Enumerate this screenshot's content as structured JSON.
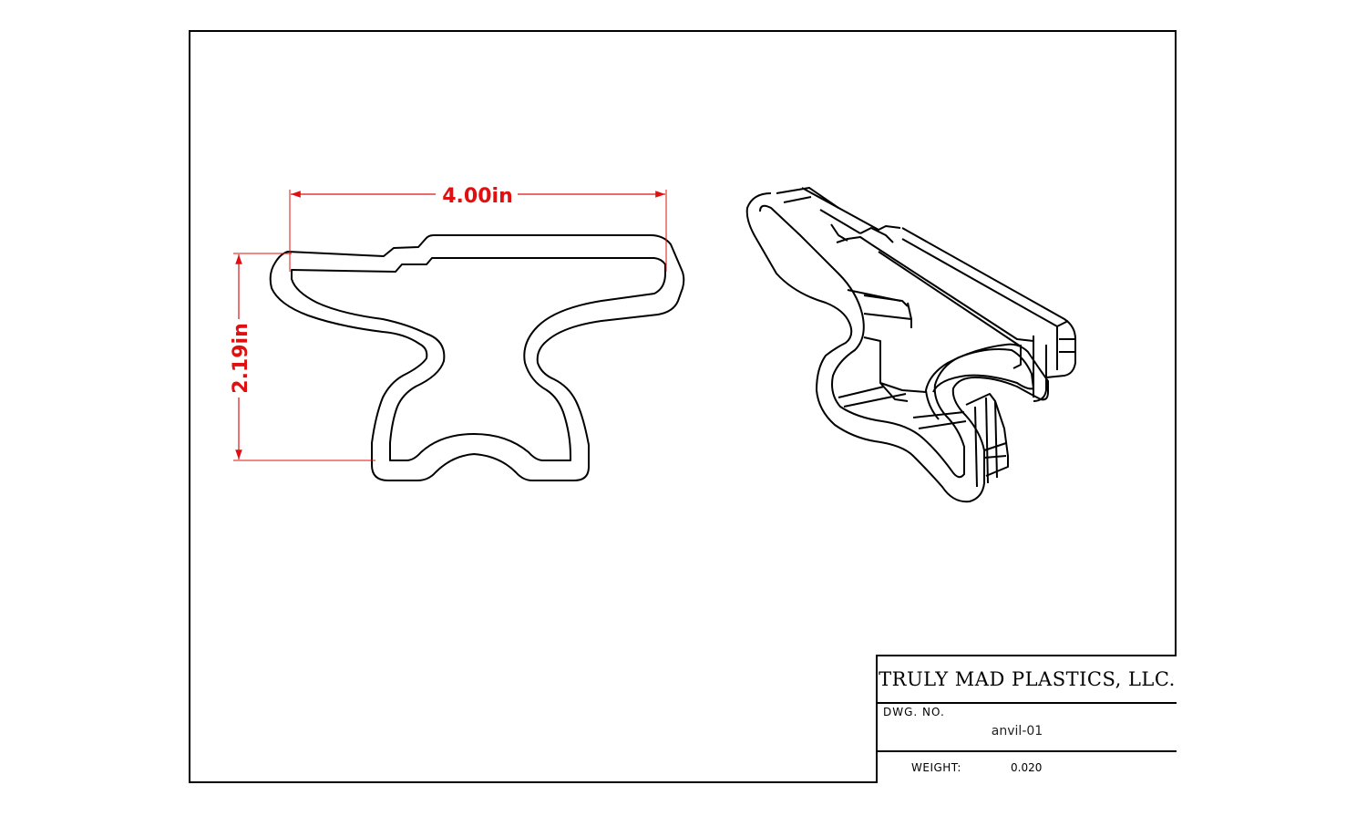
{
  "dimensions": {
    "width_label": "4.00in",
    "height_label": "2.19in",
    "color": "#e01010"
  },
  "title_block": {
    "company": "TRULY MAD PLASTICS, LLC.",
    "dwg_no_label": "DWG. NO.",
    "dwg_no_value": "anvil-01",
    "weight_label": "WEIGHT:",
    "weight_value": "0.020"
  },
  "views": {
    "front_view": "anvil-outline",
    "iso_view": "anvil-isometric"
  }
}
